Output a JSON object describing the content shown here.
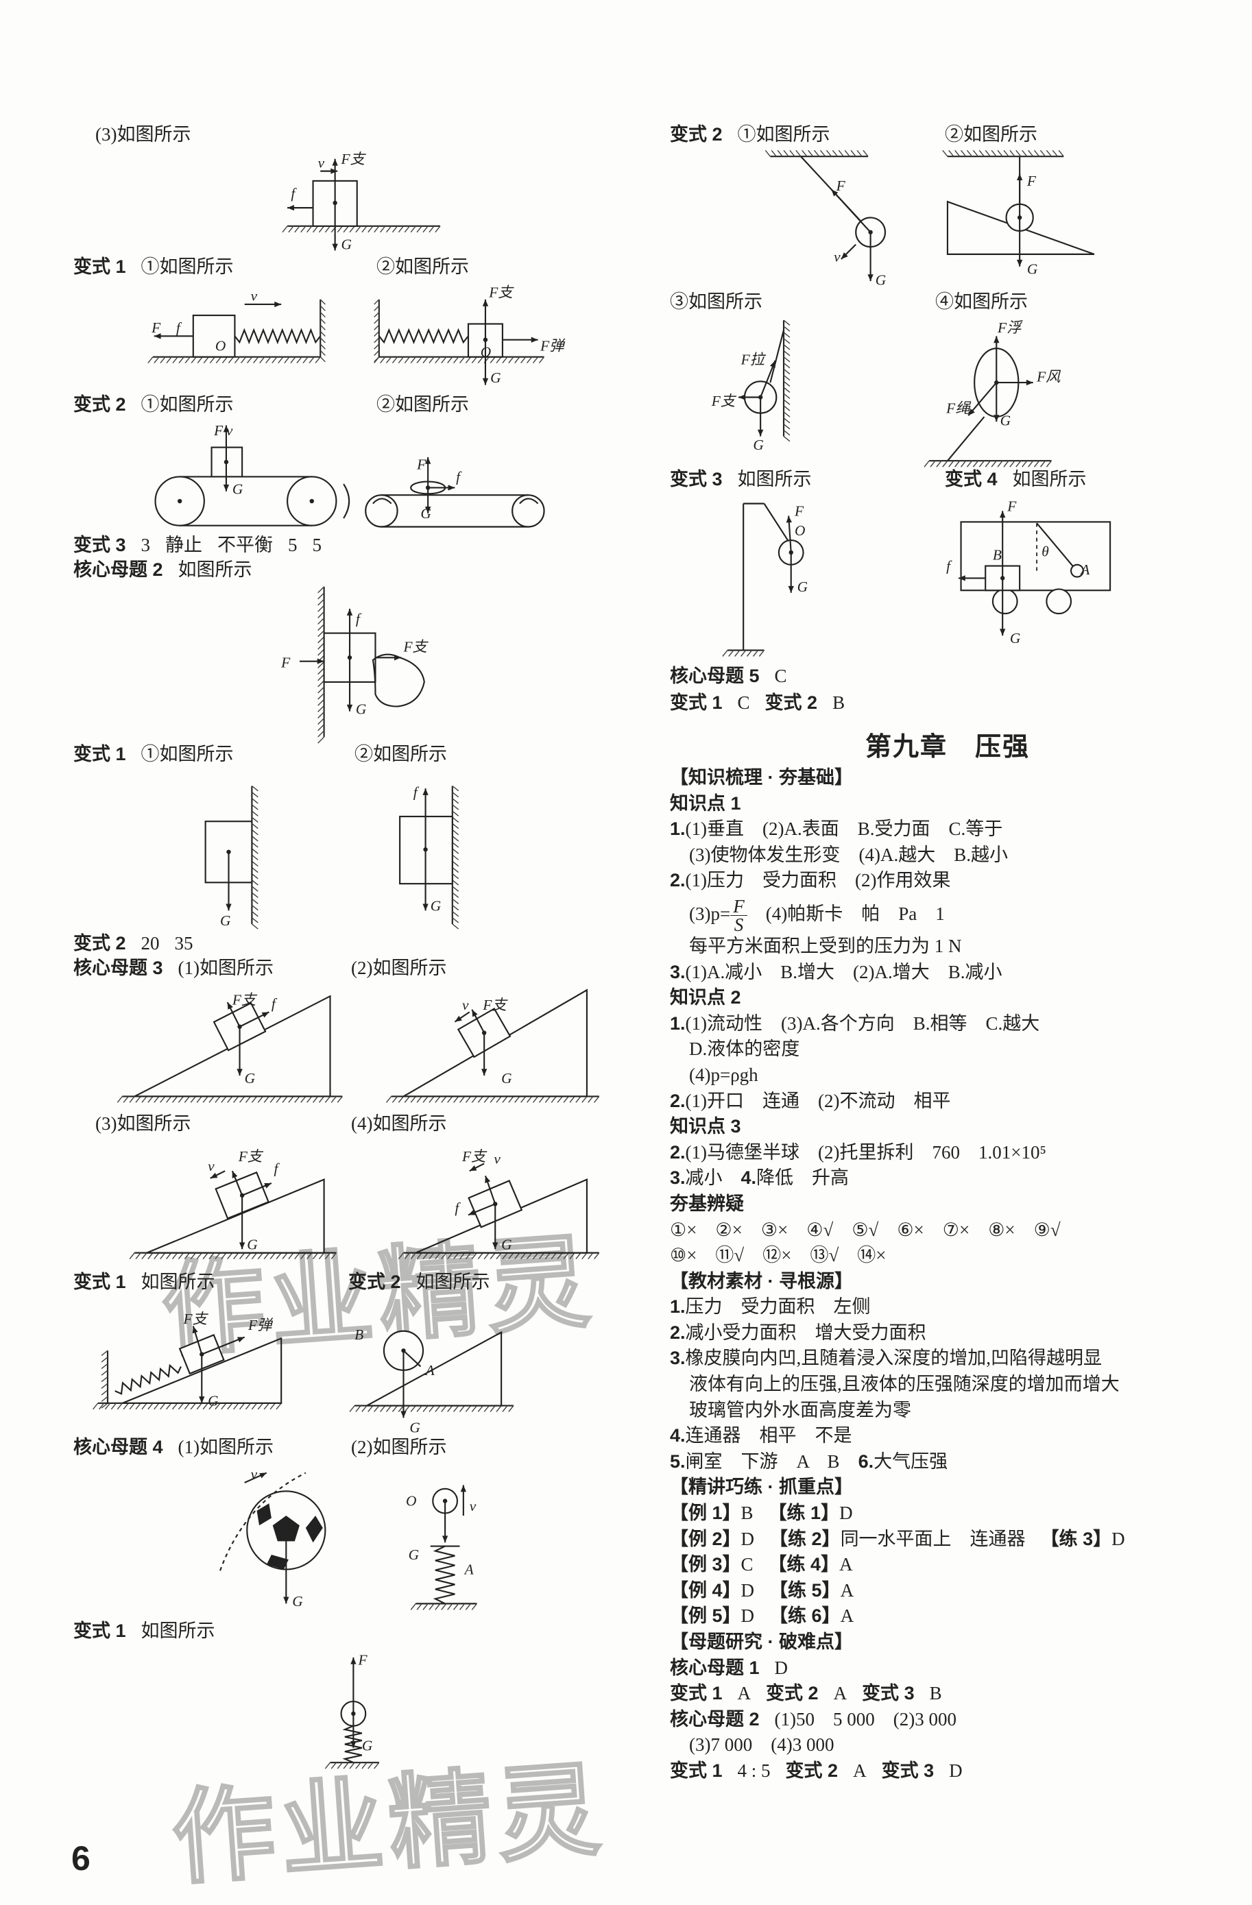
{
  "page_number": "6",
  "watermark": "作业精灵",
  "chapter_title": "第九章　压强",
  "left": {
    "l1": {
      "text": "(3)如图所示"
    },
    "l2": {
      "label": "变式 1",
      "a": "①如图所示",
      "b": "②如图所示"
    },
    "l3": {
      "label": "变式 2",
      "a": "①如图所示",
      "b": "②如图所示"
    },
    "l4": {
      "label": "变式 3",
      "a": "3",
      "b": "静止",
      "c": "不平衡",
      "d": "5",
      "e": "5"
    },
    "l5": {
      "label": "核心母题 2",
      "a": "如图所示"
    },
    "l6": {
      "label": "变式 1",
      "a": "①如图所示",
      "b": "②如图所示"
    },
    "l7": {
      "label": "变式 2",
      "a": "20",
      "b": "35"
    },
    "l8": {
      "label": "核心母题 3",
      "a": "(1)如图所示",
      "b": "(2)如图所示"
    },
    "l9": {
      "a": "(3)如图所示",
      "b": "(4)如图所示"
    },
    "l10": {
      "label": "变式 1",
      "a": "如图所示",
      "label2": "变式 2",
      "b": "如图所示"
    },
    "l11": {
      "label": "核心母题 4",
      "a": "(1)如图所示",
      "b": "(2)如图所示"
    },
    "l12": {
      "label": "变式 1",
      "a": "如图所示"
    }
  },
  "right_top": {
    "r1": {
      "label": "变式 2",
      "a": "①如图所示",
      "b": "②如图所示"
    },
    "r2": {
      "a": "③如图所示",
      "b": "④如图所示"
    },
    "r3": {
      "label": "变式 3",
      "a": "如图所示",
      "label2": "变式 4",
      "b": "如图所示"
    },
    "r4": {
      "label": "核心母题 5",
      "a": "C"
    },
    "r5": {
      "label": "变式 1",
      "a": "C",
      "label2": "变式 2",
      "b": "B"
    }
  },
  "right": {
    "s1": "【知识梳理 · 夯基础】",
    "k1": "知识点 1",
    "k1_1": {
      "n": "1.",
      "t": "(1)垂直　(2)A.表面　B.受力面　C.等于"
    },
    "k1_1b": "(3)使物体发生形变　(4)A.越大　B.越小",
    "k1_2": {
      "n": "2.",
      "t": "(1)压力　受力面积　(2)作用效果"
    },
    "k1_2b": {
      "pre": "(3)p=",
      "num": "F",
      "den": "S",
      "post": "　(4)帕斯卡　帕　Pa　1"
    },
    "k1_2c": "每平方米面积上受到的压力为 1 N",
    "k1_3": {
      "n": "3.",
      "t": "(1)A.减小　B.增大　(2)A.增大　B.减小"
    },
    "k2": "知识点 2",
    "k2_1": {
      "n": "1.",
      "t": "(1)流动性　(3)A.各个方向　B.相等　C.越大"
    },
    "k2_1b": "D.液体的密度",
    "k2_1c": "(4)p=ρgh",
    "k2_2": {
      "n": "2.",
      "t": "(1)开口　连通　(2)不流动　相平"
    },
    "k3": "知识点 3",
    "k3_2": {
      "n": "2.",
      "t": "(1)马德堡半球　(2)托里拆利　760　1.01×10⁵"
    },
    "k3_3": {
      "n": "3.",
      "t": "减小　",
      "n2": "4.",
      "t2": "降低　升高"
    },
    "s2": "夯基辨疑",
    "judge1": "①×　②×　③×　④√　⑤√　⑥×　⑦×　⑧×　⑨√",
    "judge2": "⑩×　⑪√　⑫×　⑬√　⑭×",
    "s3": "【教材素材 · 寻根源】",
    "m1": {
      "n": "1.",
      "t": "压力　受力面积　左侧"
    },
    "m2": {
      "n": "2.",
      "t": "减小受力面积　增大受力面积"
    },
    "m3": {
      "n": "3.",
      "t": "橡皮膜向内凹,且随着浸入深度的增加,凹陷得越明显"
    },
    "m3b": "液体有向上的压强,且液体的压强随深度的增加而增大",
    "m3c": "玻璃管内外水面高度差为零",
    "m4": {
      "n": "4.",
      "t": "连通器　相平　不是"
    },
    "m5": {
      "n": "5.",
      "t": "闸室　下游　A　B　",
      "n2": "6.",
      "t2": "大气压强"
    },
    "s4": "【精讲巧练 · 抓重点】",
    "e1": {
      "a": "【例 1】",
      "av": "B",
      "b": "【练 1】",
      "bv": "D"
    },
    "e2": {
      "a": "【例 2】",
      "av": "D",
      "b": "【练 2】",
      "bv": "同一水平面上　连通器",
      "c": "【练 3】",
      "cv": "D"
    },
    "e3": {
      "a": "【例 3】",
      "av": "C",
      "b": "【练 4】",
      "bv": "A"
    },
    "e4": {
      "a": "【例 4】",
      "av": "D",
      "b": "【练 5】",
      "bv": "A"
    },
    "e5": {
      "a": "【例 5】",
      "av": "D",
      "b": "【练 6】",
      "bv": "A"
    },
    "s5": "【母题研究 · 破难点】",
    "q1": {
      "label": "核心母题 1",
      "a": "D"
    },
    "q2": {
      "l1": "变式 1",
      "a": "A",
      "l2": "变式 2",
      "b": "A",
      "l3": "变式 3",
      "c": "B"
    },
    "q3": {
      "label": "核心母题 2",
      "a": "(1)50　5 000　(2)3 000"
    },
    "q3b": "(3)7 000　(4)3 000",
    "q4": {
      "l1": "变式 1",
      "a": "4 : 5",
      "l2": "变式 2",
      "b": "A",
      "l3": "变式 3",
      "c": "D"
    }
  },
  "figures": {
    "d1": [
      "v",
      "F支",
      "f",
      "G"
    ],
    "d2": [
      "v",
      "F",
      "f",
      "O"
    ],
    "d3": [
      "F支",
      "F弹",
      "O",
      "G"
    ],
    "d4": [
      "F",
      "v",
      "G"
    ],
    "d5": [
      "F",
      "f",
      "G"
    ],
    "d6": [
      "f",
      "F",
      "F支",
      "G"
    ],
    "d7": [
      "G"
    ],
    "d8": [
      "f",
      "G"
    ],
    "d9": [
      "F支",
      "f",
      "G"
    ],
    "d10": [
      "v",
      "F支",
      "G"
    ],
    "d11": [
      "v",
      "F支",
      "f",
      "G"
    ],
    "d12": [
      "F支",
      "v",
      "f",
      "G"
    ],
    "d13": [
      "F支",
      "F弹",
      "G"
    ],
    "d14": [
      "B",
      "A",
      "G"
    ],
    "d15": [
      "v",
      "G"
    ],
    "d16": [
      "O",
      "v",
      "G",
      "A"
    ],
    "d17": [
      "F",
      "G"
    ],
    "r1": [
      "F",
      "v",
      "G"
    ],
    "r2": [
      "F",
      "G"
    ],
    "r3": [
      "F拉",
      "F支",
      "G"
    ],
    "r4": [
      "F浮",
      "F风",
      "F绳",
      "G"
    ],
    "r5": [
      "F",
      "O",
      "G"
    ],
    "r6": [
      "F",
      "θ",
      "B",
      "A",
      "f",
      "G"
    ]
  }
}
